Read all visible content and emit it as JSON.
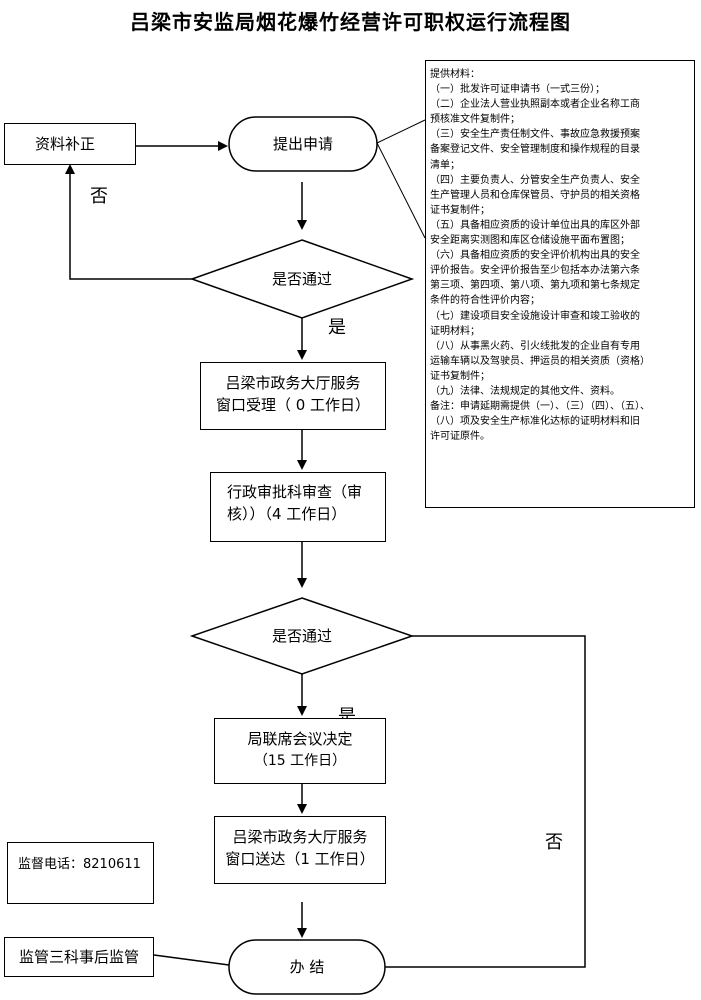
{
  "title": "吕梁市安监局烟花爆竹经营许可职权运行流程图",
  "nodes": {
    "submit": "提出申请",
    "supplement": "资料补正",
    "check1": "是否通过",
    "accept_line1": "吕梁市政务大厅服务",
    "accept_line2": "窗口受理（ 0  工作日）",
    "review_line1": "行政审批科审查（审",
    "review_line2": "核））（4 工作日）",
    "check2": "是否通过",
    "meeting_line1": "局联席会议决定",
    "meeting_line2": "（15 工作日）",
    "deliver_line1": "吕梁市政务大厅服务",
    "deliver_line2": "窗口送达（1  工作日）",
    "finish": "办    结",
    "supervise": "监管三科事后监管",
    "phone": "监督电话：8210611"
  },
  "labels": {
    "no": "否",
    "yes": "是"
  },
  "materials": {
    "heading": "提供材料：",
    "items": [
      "（一）批发许可证申请书（一式三份）；",
      "（二）企业法人营业执照副本或者企业名称工商",
      "预核准文件复制件；",
      "（三）安全生产责任制文件、事故应急救援预案",
      "备案登记文件、安全管理制度和操作规程的目录",
      "清单；",
      "（四）主要负责人、分管安全生产负责人、安全",
      "生产管理人员和仓库保管员、守护员的相关资格",
      "证书复制件；",
      "（五）具备相应资质的设计单位出具的库区外部",
      "安全距离实测图和库区仓储设施平面布置图；",
      "（六）具备相应资质的安全评价机构出具的安全",
      "评价报告。安全评价报告至少包括本办法第六条",
      "第三项、第四项、第八项、第九项和第七条规定",
      "条件的符合性评价内容；",
      "（七）建设项目安全设施设计审查和竣工验收的",
      "证明材料；",
      "（八）从事黑火药、引火线批发的企业自有专用",
      "运输车辆以及驾驶员、押运员的相关资质（资格）",
      "证书复制件；",
      "（九）法律、法规规定的其他文件、资料。",
      "  备注：申请延期需提供（一）、（三）（四）、（五）、",
      "（八）项及安全生产标准化达标的证明材料和旧",
      "许可证原件。"
    ]
  }
}
